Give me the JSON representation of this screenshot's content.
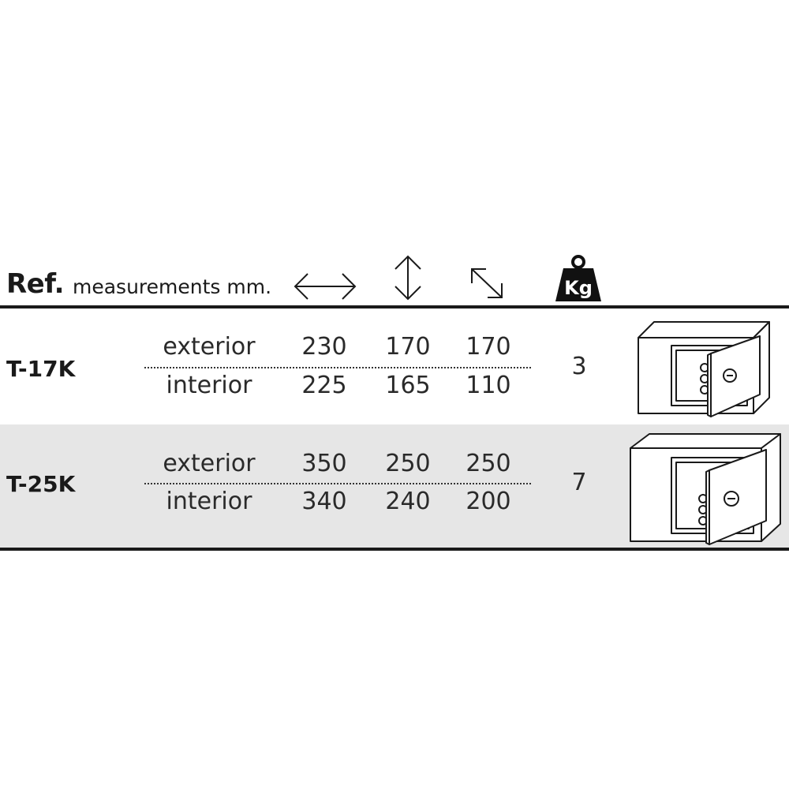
{
  "header": {
    "ref_label": "Ref.",
    "measurements_label": "measurements mm.",
    "icons": [
      "width-arrow-icon",
      "height-arrow-icon",
      "depth-arrow-icon",
      "weight-icon"
    ],
    "weight_icon_text": "Kg"
  },
  "rows": [
    {
      "ref": "T-17K",
      "exterior": {
        "label": "exterior",
        "width": "230",
        "height": "170",
        "depth": "170"
      },
      "interior": {
        "label": "interior",
        "width": "225",
        "height": "165",
        "depth": "110"
      },
      "weight": "3",
      "image": "safe-icon"
    },
    {
      "ref": "T-25K",
      "exterior": {
        "label": "exterior",
        "width": "350",
        "height": "250",
        "depth": "250"
      },
      "interior": {
        "label": "interior",
        "width": "340",
        "height": "240",
        "depth": "200"
      },
      "weight": "7",
      "image": "safe-icon"
    }
  ],
  "colors": {
    "text": "#1a1a1a",
    "row_shade": "#e6e6e6"
  }
}
